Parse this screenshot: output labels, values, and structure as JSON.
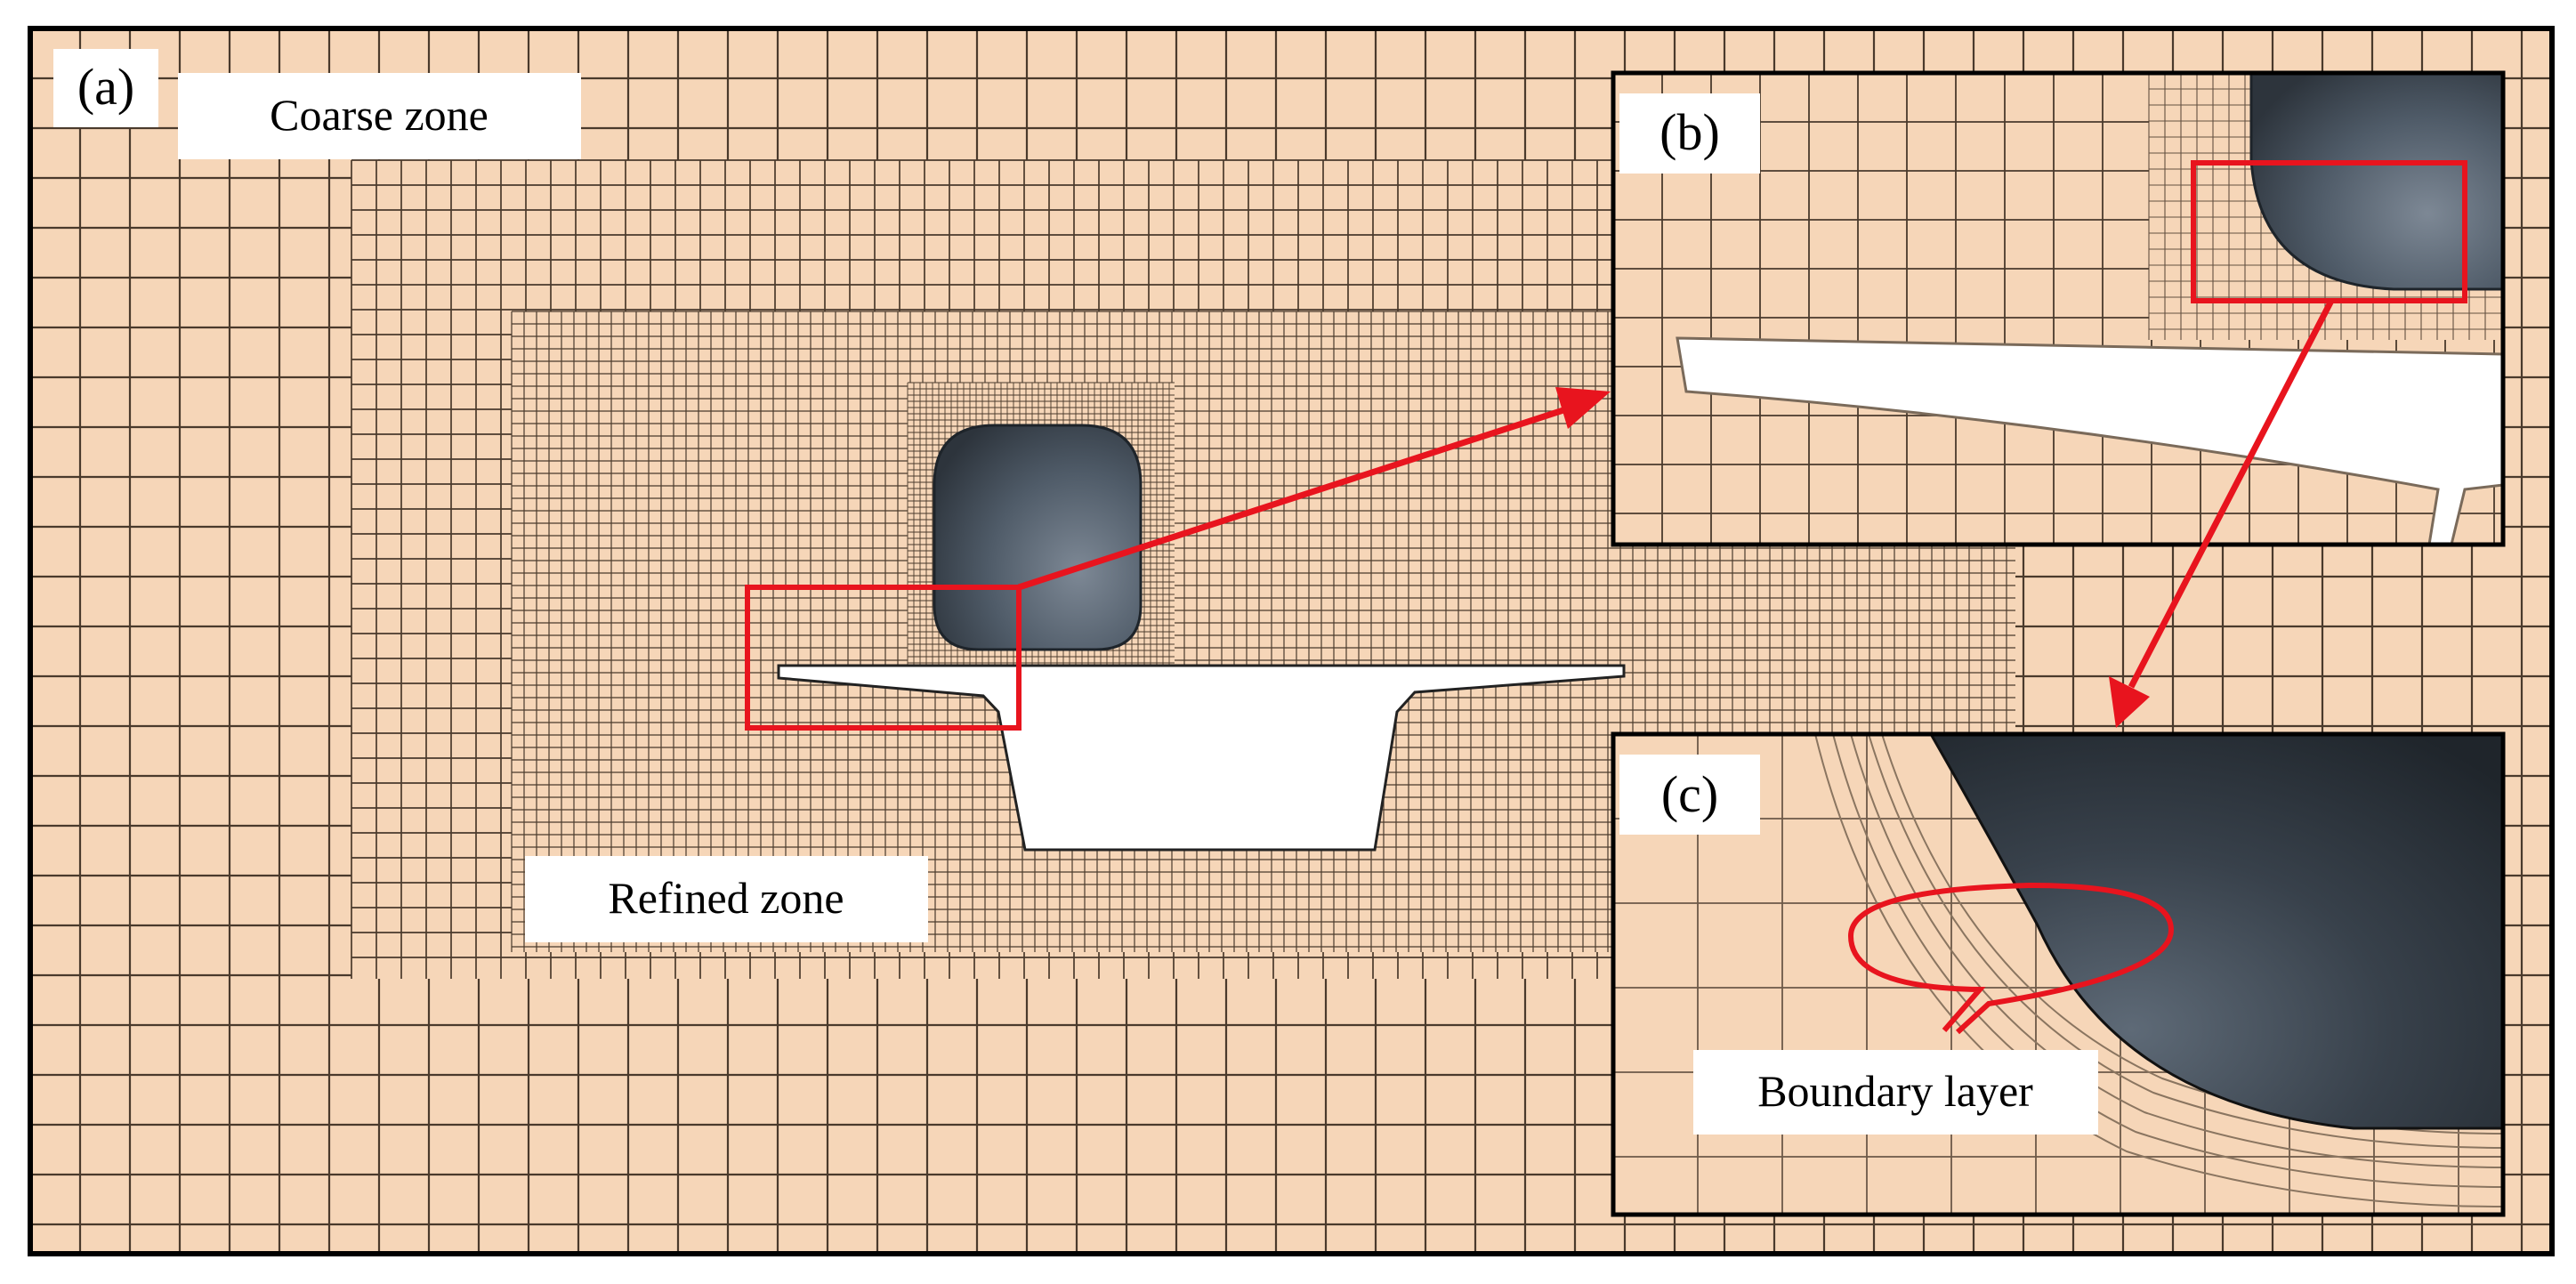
{
  "panels": {
    "a": {
      "label": "(a)"
    },
    "b": {
      "label": "(b)"
    },
    "c": {
      "label": "(c)"
    }
  },
  "labels": {
    "coarse_zone": "Coarse zone",
    "refined_zone": "Refined zone",
    "boundary_layer": "Boundary layer"
  },
  "colors": {
    "background_mesh": "#f6d6b8",
    "mesh_line": "#4a3a2c",
    "highlight": "#e8141e",
    "vehicle_body": "#4a5664",
    "deck": "#ffffff"
  }
}
